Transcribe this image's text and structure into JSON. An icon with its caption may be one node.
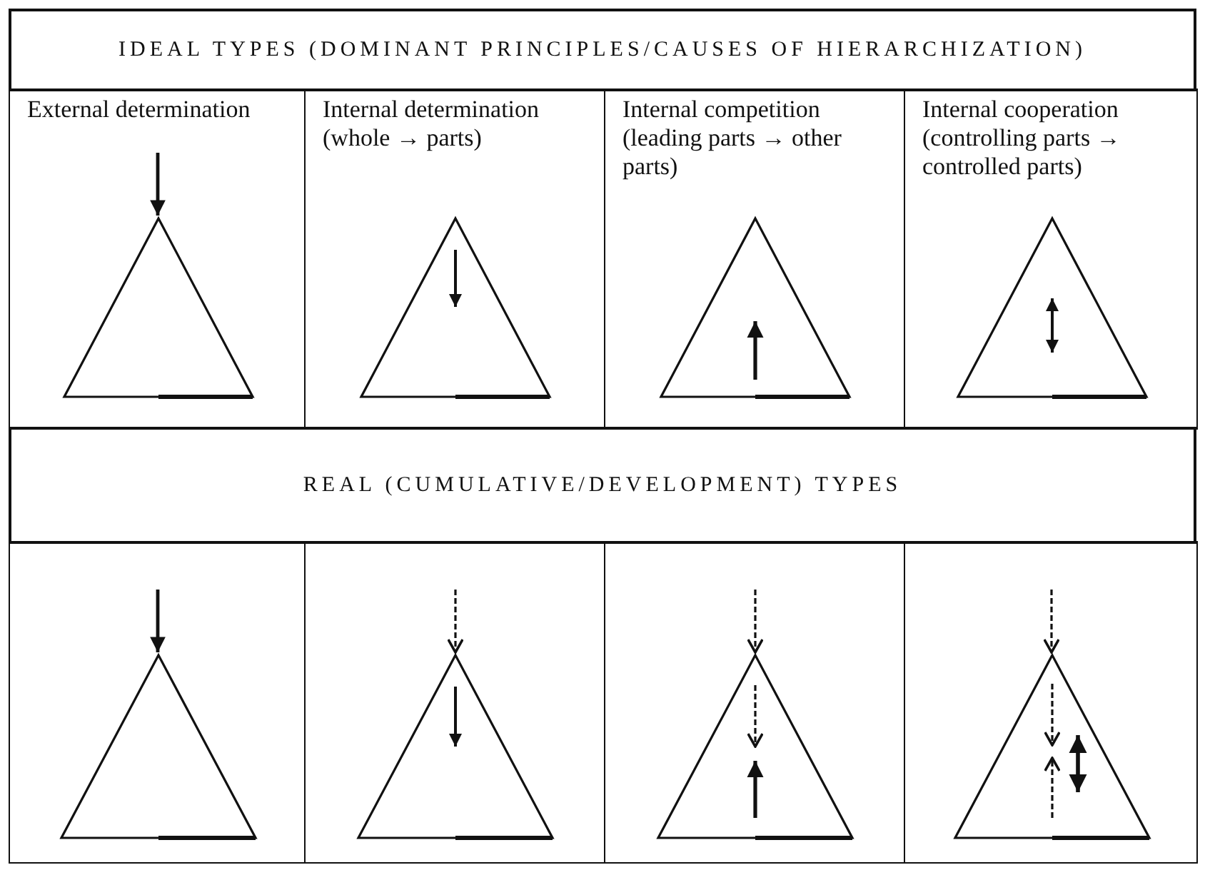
{
  "diagram": {
    "nodes": [
      {
        "text": [
          "IDEAL TYPES (DOMINANT PRINCIPLES/CAUSES OF HIERARCHIZATION)"
        ]
      },
      {
        "text": [
          "External determination"
        ]
      },
      {
        "text": [
          "Internal determination (whole → parts)"
        ]
      },
      {
        "text": [
          "Internal competition (leading parts → other parts)"
        ]
      },
      {
        "text": [
          "Internal cooperation (controlling parts → controlled parts)"
        ]
      },
      {
        "text": [],
        "shape": "triangle",
        "in": 1
      },
      {
        "text": [],
        "shape": "triangle",
        "in": 2
      },
      {
        "text": [],
        "shape": "triangle",
        "in": 3
      },
      {
        "text": [],
        "shape": "triangle",
        "in": 4
      },
      {
        "text": [
          "REAL (CUMULATIVE/DEVELOPMENT) TYPES"
        ]
      },
      {
        "text": [],
        "shape": "box"
      },
      {
        "text": [],
        "shape": "box"
      },
      {
        "text": [],
        "shape": "box"
      },
      {
        "text": [],
        "shape": "box"
      },
      {
        "text": [],
        "shape": "triangle",
        "in": 10
      },
      {
        "text": [],
        "shape": "triangle",
        "in": 11
      },
      {
        "text": [],
        "shape": "triangle",
        "in": 12
      },
      {
        "text": [],
        "shape": "triangle",
        "in": 13
      }
    ],
    "edges": [
      {
        "from": null,
        "to": 5,
        "arrow": "to"
      },
      {
        "from": null,
        "to": 14,
        "arrow": "to"
      },
      {
        "from": null,
        "to": 15,
        "arrow": "to",
        "style": "dashed"
      },
      {
        "from": null,
        "to": 16,
        "arrow": "to",
        "style": "dashed"
      },
      {
        "from": null,
        "to": 17,
        "arrow": "to",
        "style": "dashed"
      }
    ]
  }
}
